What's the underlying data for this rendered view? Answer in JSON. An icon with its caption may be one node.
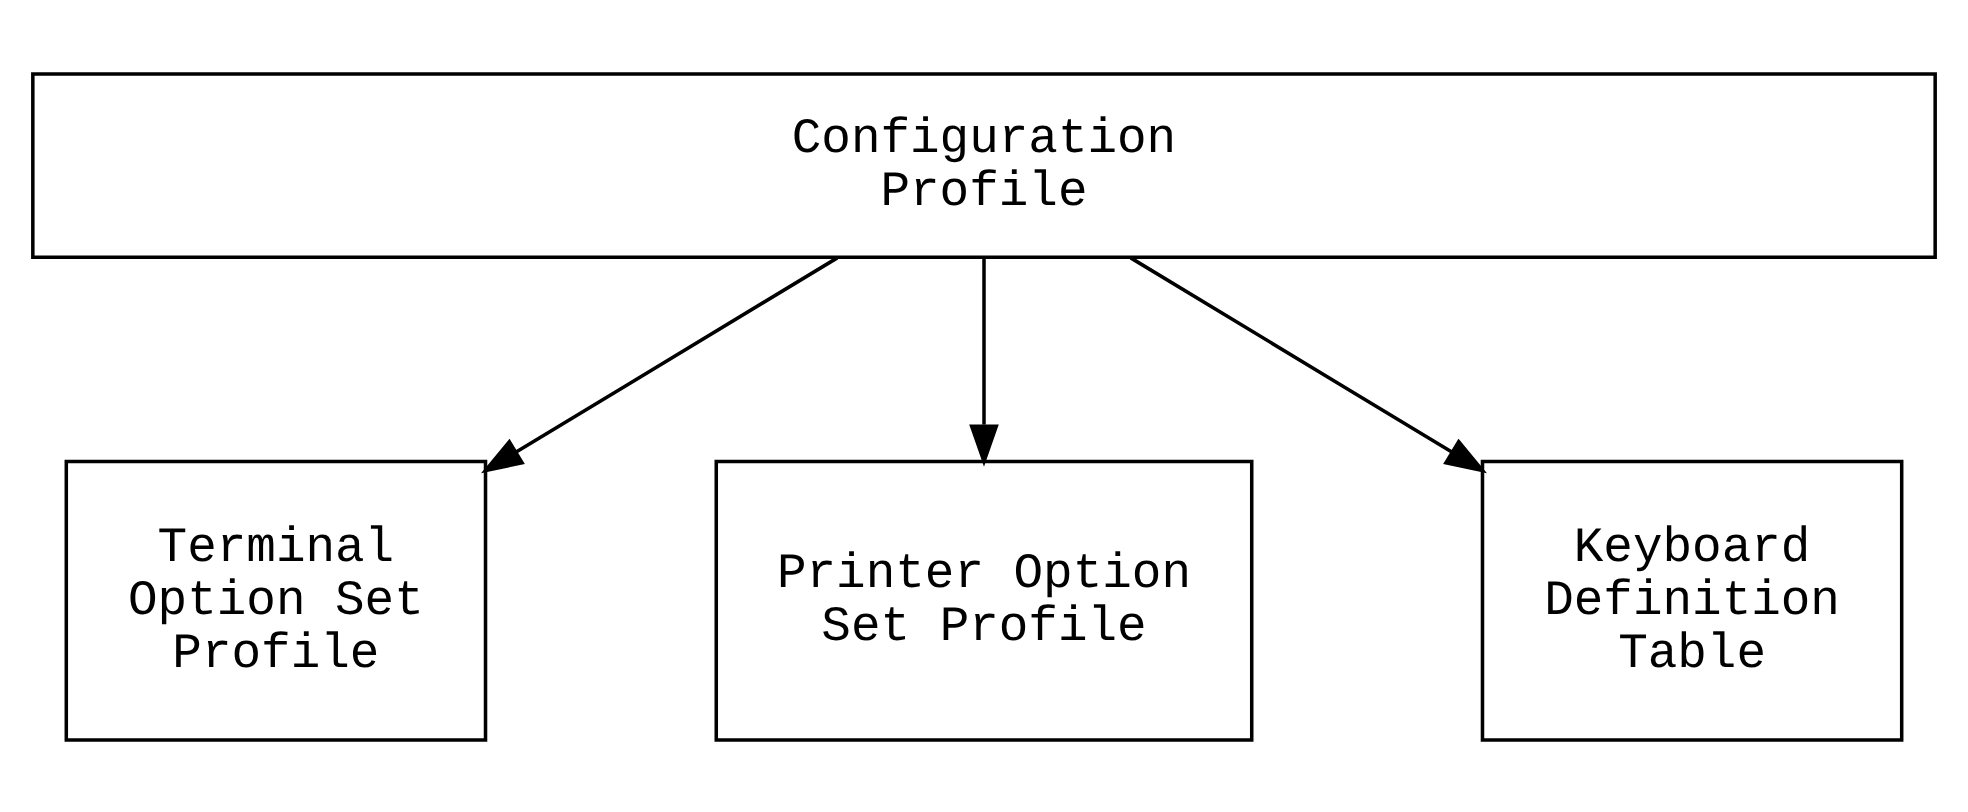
{
  "diagram": {
    "nodes": [
      {
        "text": [
          "Configuration Profile"
        ]
      },
      {
        "text": [
          "Terminal Option Set Profile"
        ]
      },
      {
        "text": [
          "Printer Option Set Profile"
        ]
      },
      {
        "text": [
          "Keyboard Definition Table"
        ]
      }
    ],
    "edges": [
      {
        "from": 0,
        "to": 1,
        "arrow": "to"
      },
      {
        "from": 0,
        "to": 2,
        "arrow": "to"
      },
      {
        "from": 0,
        "to": 3,
        "arrow": "to"
      }
    ]
  }
}
